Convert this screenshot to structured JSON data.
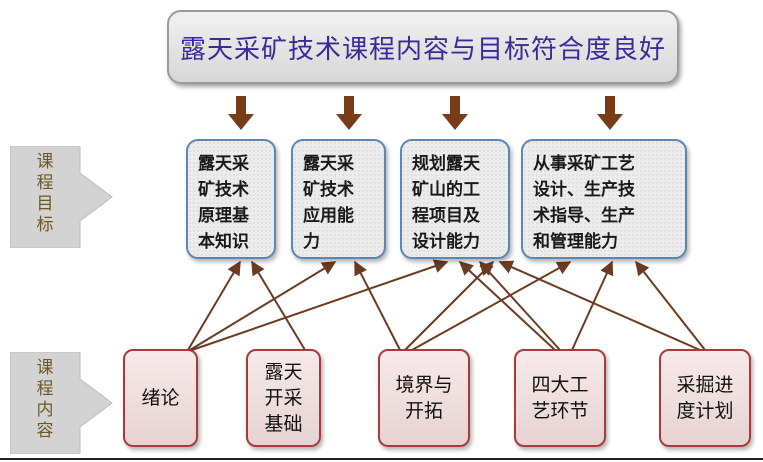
{
  "title": "露天采矿技术课程内容与目标符合度良好",
  "goals_label": [
    "课",
    "程",
    "目",
    "标"
  ],
  "contents_label": [
    "课",
    "程",
    "内",
    "容"
  ],
  "goals": [
    {
      "id": "goal1",
      "lines": [
        "露天采",
        "矿技术",
        "原理基",
        "本知识"
      ]
    },
    {
      "id": "goal2",
      "lines": [
        "露天采",
        "矿技术",
        "应用能",
        "力"
      ]
    },
    {
      "id": "goal3",
      "lines": [
        "规划露天",
        "矿山的工",
        "程项目及",
        "设计能力"
      ]
    },
    {
      "id": "goal4",
      "lines": [
        "从事采矿工艺",
        "设计、生产技",
        "术指导、生产",
        "和管理能力"
      ]
    }
  ],
  "contents": [
    {
      "id": "c1",
      "lines": [
        "绪论"
      ]
    },
    {
      "id": "c2",
      "lines": [
        "露天",
        "开采",
        "基础"
      ]
    },
    {
      "id": "c3",
      "lines": [
        "境界与",
        "开拓"
      ]
    },
    {
      "id": "c4",
      "lines": [
        "四大工",
        "艺环节"
      ]
    },
    {
      "id": "c5",
      "lines": [
        "采掘进",
        "度计划"
      ]
    }
  ],
  "colors": {
    "title_text": "#3b2a9a",
    "goal_border": "#5b86b5",
    "content_border": "#a83a3a",
    "arrow": "#7a3b18",
    "connector": "#6b3b22",
    "side_arrow": "#d0d0d0"
  }
}
